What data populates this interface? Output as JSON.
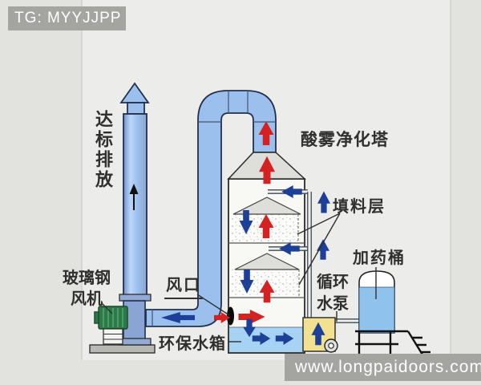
{
  "watermarks": {
    "telegram": "TG: MYYJJPP",
    "site": "www.longpaidoors.com"
  },
  "labels": {
    "discharge": "达标排放",
    "tower": "酸雾净化塔",
    "packing": "填料层",
    "dosing_barrel": "加药桶",
    "pump_line1": "循环",
    "pump_line2": "水泵",
    "air_inlet": "风口",
    "water_tank": "环保水箱",
    "fan_line1": "玻璃钢",
    "fan_line2": "风机"
  },
  "colors": {
    "label_text": "#2f2f2d",
    "watermark_gray": "#a4a5a1",
    "outline": "#23304d",
    "pipe_blue": "#9cc0ee",
    "pipe_blue_dark": "#6d93cc",
    "pipe_blue_light": "#bcd6f5",
    "pipe_blue_deep": "#8aa5d3",
    "flange_blue": "#93abd4",
    "water_blue": "#a6d2f3",
    "barrel_blue": "#8fc3ee",
    "arrow_red": "#d42121",
    "arrow_blue": "#1d3f97",
    "pump_yellow": "#f2e191",
    "motor_green": "#2c7a45",
    "hood_gray": "#dededa",
    "tower_white": "#f8f8f5",
    "panel_bg": "#ecedeb"
  }
}
